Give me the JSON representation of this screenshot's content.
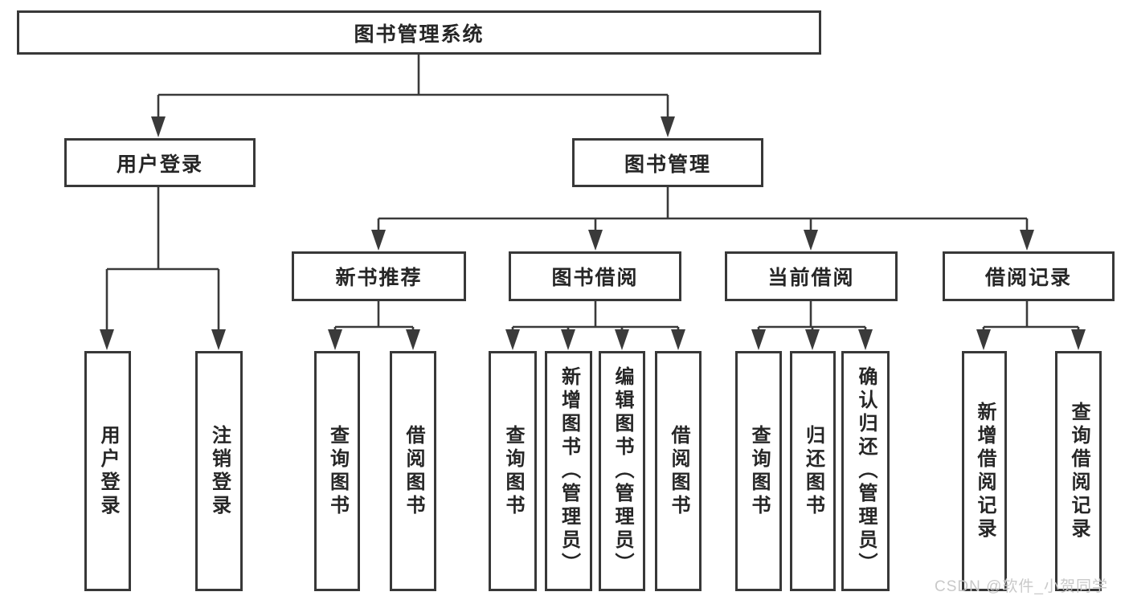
{
  "tree": {
    "root": {
      "label": "图书管理系统"
    },
    "branches": [
      {
        "label": "用户登录",
        "children": [
          {
            "label": "用户登录"
          },
          {
            "label": "注销登录"
          }
        ]
      },
      {
        "label": "图书管理",
        "sections": [
          {
            "label": "新书推荐",
            "children": [
              {
                "label": "查询图书"
              },
              {
                "label": "借阅图书"
              }
            ]
          },
          {
            "label": "图书借阅",
            "children": [
              {
                "label": "查询图书"
              },
              {
                "label": "新增图书（管理员）"
              },
              {
                "label": "编辑图书（管理员）"
              },
              {
                "label": "借阅图书"
              }
            ]
          },
          {
            "label": "当前借阅",
            "children": [
              {
                "label": "查询图书"
              },
              {
                "label": "归还图书"
              },
              {
                "label": "确认归还（管理员）"
              }
            ]
          },
          {
            "label": "借阅记录",
            "children": [
              {
                "label": "新增借阅记录"
              },
              {
                "label": "查询借阅记录"
              }
            ]
          }
        ]
      }
    ]
  },
  "watermark": {
    "text": "CSDN @软件_小贺同学"
  },
  "colors": {
    "background": "#ffffff",
    "line": "#3a3a3a",
    "box_border": "#383838",
    "text": "#262626",
    "watermark": "#c9c9c9"
  }
}
